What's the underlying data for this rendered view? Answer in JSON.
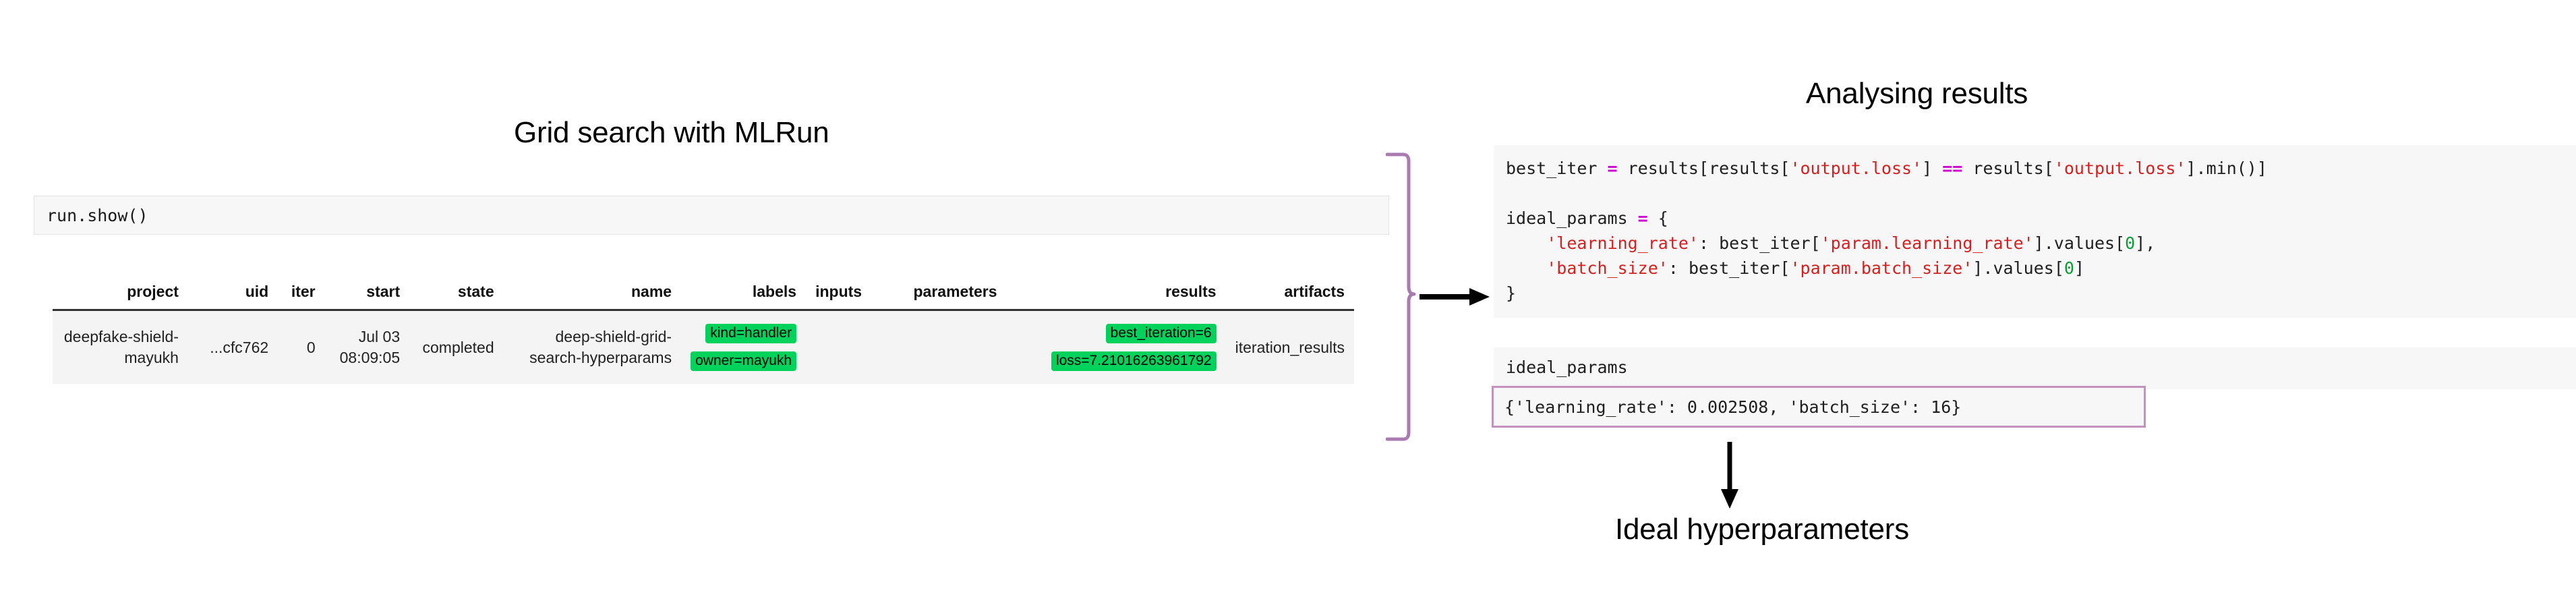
{
  "headings": {
    "left_title": "Grid search with MLRun",
    "right_title": "Analysing results",
    "bottom_title": "Ideal hyperparameters"
  },
  "notebook": {
    "input_cell_code": "run.show()"
  },
  "results_table": {
    "columns": [
      "project",
      "uid",
      "iter",
      "start",
      "state",
      "name",
      "labels",
      "inputs",
      "parameters",
      "results",
      "artifacts"
    ],
    "rows": [
      {
        "project": "deepfake-shield-mayukh",
        "uid": "...cfc762",
        "iter": "0",
        "start": "Jul 03 08:09:05",
        "state": "completed",
        "name": "deep-shield-grid-search-hyperparams",
        "labels": [
          "kind=handler",
          "owner=mayukh"
        ],
        "inputs": "",
        "parameters": "",
        "results": [
          "best_iteration=6",
          "loss=7.21016263961792"
        ],
        "artifacts": "iteration_results"
      }
    ]
  },
  "analysis_code": {
    "line1": {
      "a": "best_iter ",
      "op": "=",
      "b": " results[results[",
      "s1": "'output.loss'",
      "c": "] ",
      "op2": "==",
      "d": " results[",
      "s2": "'output.loss'",
      "e": "].min()]"
    },
    "line2": {
      "a": "ideal_params ",
      "op": "=",
      "b": " {"
    },
    "line3": {
      "indent": "    ",
      "key": "'learning_rate'",
      "mid": ": best_iter[",
      "str": "'param.learning_rate'",
      "tail": "].values[",
      "num": "0",
      "end": "],"
    },
    "line4": {
      "indent": "    ",
      "key": "'batch_size'",
      "mid": ": best_iter[",
      "str": "'param.batch_size'",
      "tail": "].values[",
      "num": "0",
      "end": "]"
    },
    "line5": "}",
    "echo_line": "ideal_params"
  },
  "output": {
    "value": "{'learning_rate': 0.002508, 'batch_size': 16}"
  },
  "colors": {
    "badge_green": "#00d25b",
    "bracket_purple": "#a97bb0",
    "output_border": "#c592c0",
    "string_red": "#d42020",
    "operator_magenta": "#d100d1",
    "number_green": "#0d9d35",
    "cell_background": "#f7f7f7"
  }
}
